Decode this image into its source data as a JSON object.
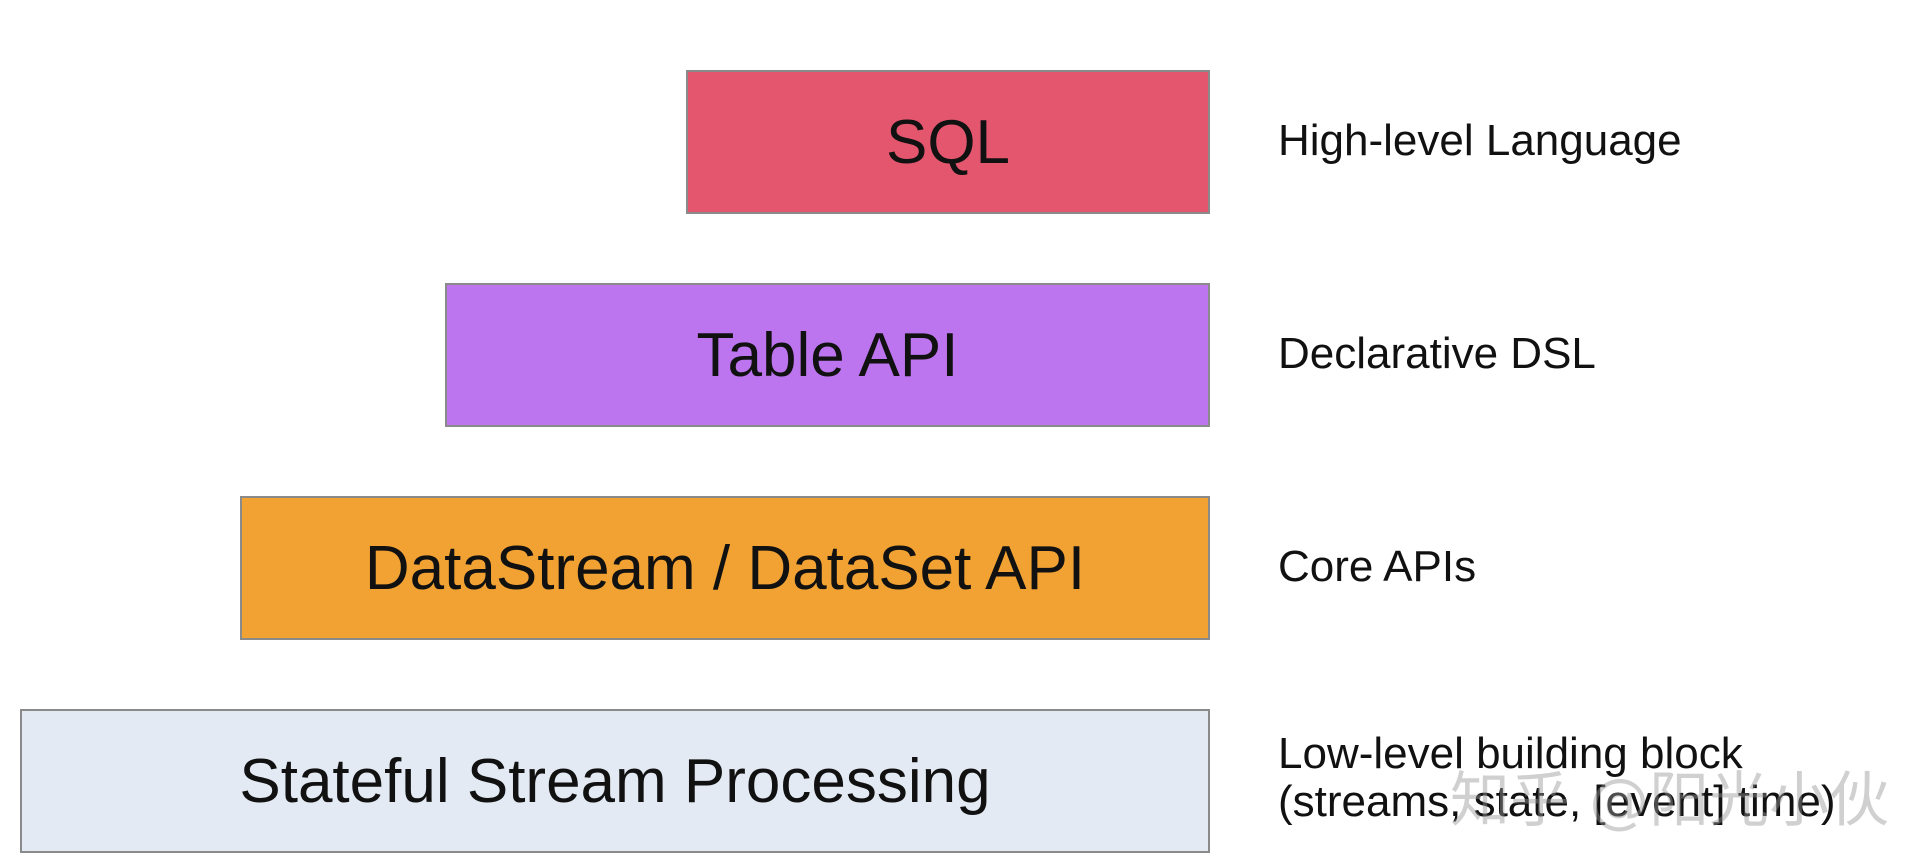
{
  "layers": [
    {
      "label": "SQL",
      "description": "High-level Language",
      "color": "#e4566e"
    },
    {
      "label": "Table API",
      "description": "Declarative DSL",
      "color": "#bd74ef"
    },
    {
      "label": "DataStream / DataSet API",
      "description": "Core APIs",
      "color": "#f2a233"
    },
    {
      "label": "Stateful Stream Processing",
      "description_lines": [
        "Low-level building block",
        "(streams, state, [event] time)"
      ],
      "color": "#e3eaf3"
    }
  ],
  "watermark": "知乎 @阳光小伙"
}
